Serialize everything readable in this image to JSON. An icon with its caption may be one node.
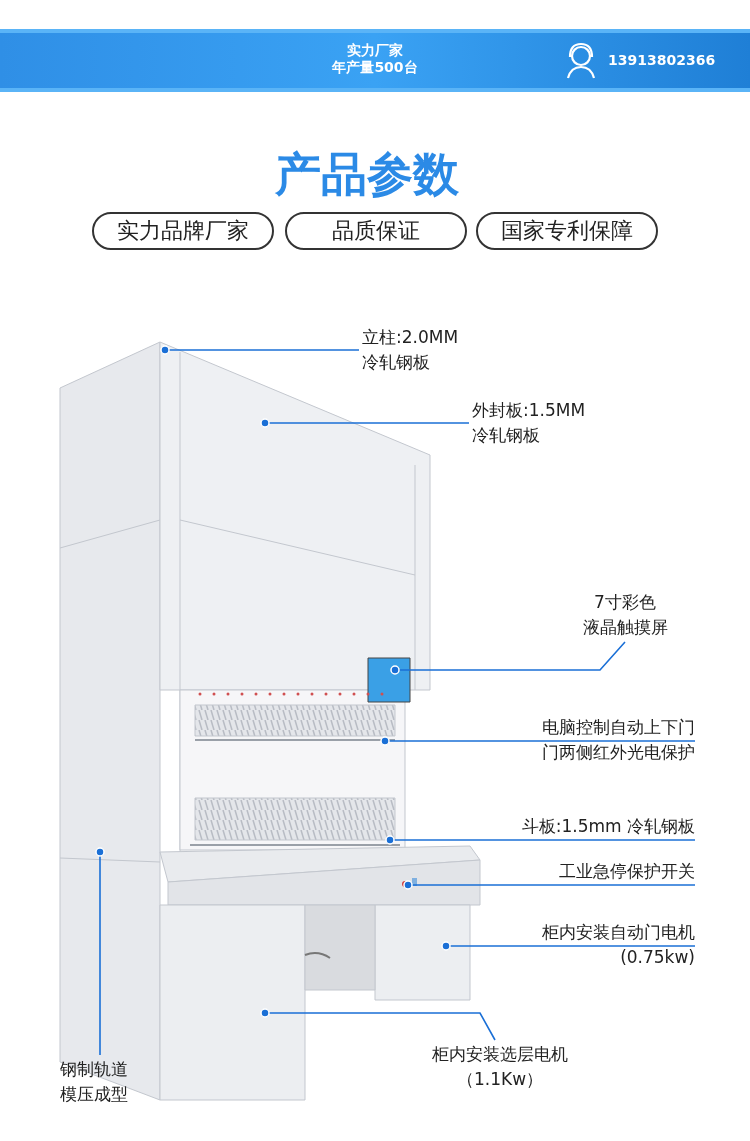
{
  "diagram": {
    "title": "产品参数",
    "nodes": [
      {
        "text": [
          "实力品牌厂家"
        ]
      },
      {
        "text": [
          "品质保证"
        ]
      },
      {
        "text": [
          "国家专利保障"
        ]
      },
      {
        "text": [
          "立柱:2.0MM",
          "冷轧钢板"
        ]
      },
      {
        "text": [
          "外封板:1.5MM",
          "冷轧钢板"
        ]
      },
      {
        "text": [
          "7寸彩色",
          "液晶触摸屏"
        ]
      },
      {
        "text": [
          "电脑控制自动上下门",
          "门两侧红外光电保护"
        ]
      },
      {
        "text": [
          "斗板:1.5mm 冷轧钢板"
        ]
      },
      {
        "text": [
          "工业急停保护开关"
        ]
      },
      {
        "text": [
          "柜内安装自动门电机",
          "(0.75kw)"
        ]
      },
      {
        "text": [
          "柜内安装选层电机",
          "（1.1Kw）"
        ]
      },
      {
        "text": [
          "钢制轨道",
          "模压成型"
        ]
      }
    ],
    "edges": [
      {
        "from": 3,
        "to": null,
        "arrow": "other"
      },
      {
        "from": 4,
        "to": null,
        "arrow": "other"
      },
      {
        "from": 5,
        "to": null,
        "arrow": "other"
      },
      {
        "from": 6,
        "to": null,
        "arrow": "other"
      },
      {
        "from": 7,
        "to": null,
        "arrow": "other"
      },
      {
        "from": 8,
        "to": null,
        "arrow": "other"
      },
      {
        "from": 9,
        "to": null,
        "arrow": "other"
      },
      {
        "from": 10,
        "to": null,
        "arrow": "other"
      },
      {
        "from": 11,
        "to": null,
        "arrow": "other"
      }
    ],
    "labels": [
      "实力厂家",
      "年产量500台",
      "13913802366"
    ]
  }
}
